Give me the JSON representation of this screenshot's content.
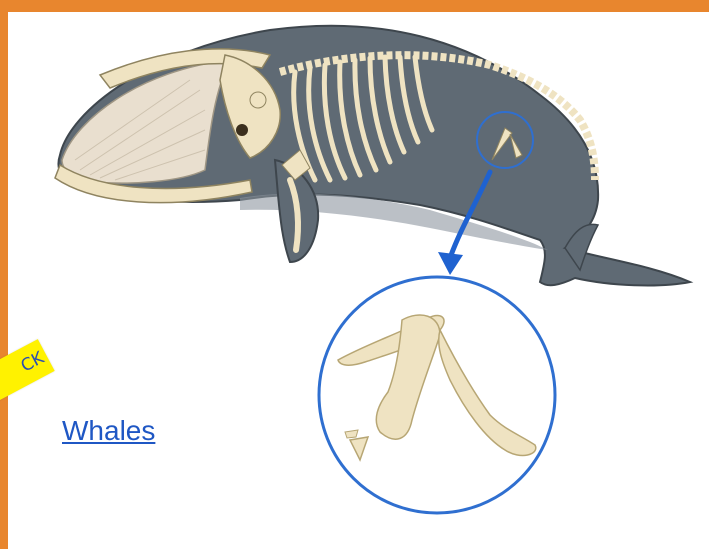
{
  "link": {
    "label": "Whales"
  },
  "sticker": {
    "label": "CK"
  },
  "diagram": {
    "subject": "whale-skeleton-with-vestigial-pelvis",
    "colors": {
      "frame": "#e8862e",
      "whale_body": "#5f6a74",
      "bone": "#efe3c2",
      "circle": "#2f6fd0",
      "arrow": "#1f62d0",
      "link": "#1f57c4",
      "sticker": "#fff200"
    }
  }
}
